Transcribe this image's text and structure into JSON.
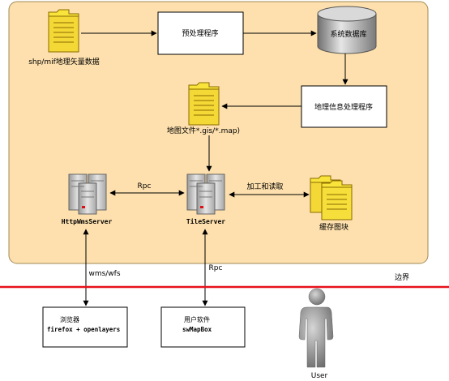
{
  "nodes": {
    "vector_data_label": "shp/mif地理矢量数据",
    "preprocess_label": "预处理程序",
    "system_db_label": "系统数据库",
    "geo_processor_label": "地理信息处理程序",
    "map_file_label": "地图文件*.gis/*.map)",
    "http_server_label": "HttpWmsServer",
    "tile_server_label": "TileServer",
    "cache_tiles_label": "缓存图块",
    "browser_line1": "浏览器",
    "browser_line2": "firefox + openlayers",
    "user_software_line1": "用户软件",
    "user_software_line2": "swMapBox",
    "user_label": "User"
  },
  "edges": {
    "rpc_top": "Rpc",
    "process_read": "加工和读取",
    "wms_wfs": "wms/wfs",
    "rpc_bottom": "Rpc"
  },
  "boundary_label": "边界",
  "colors": {
    "container_fill": "#fde0ad",
    "container_stroke": "#a08a55",
    "folder_fill": "#f8e43a",
    "folder_stroke": "#8a6a00",
    "boundary_line": "#e8121a",
    "user_figure": "#8c8c8c",
    "server_fill": "#c9c9c9"
  }
}
